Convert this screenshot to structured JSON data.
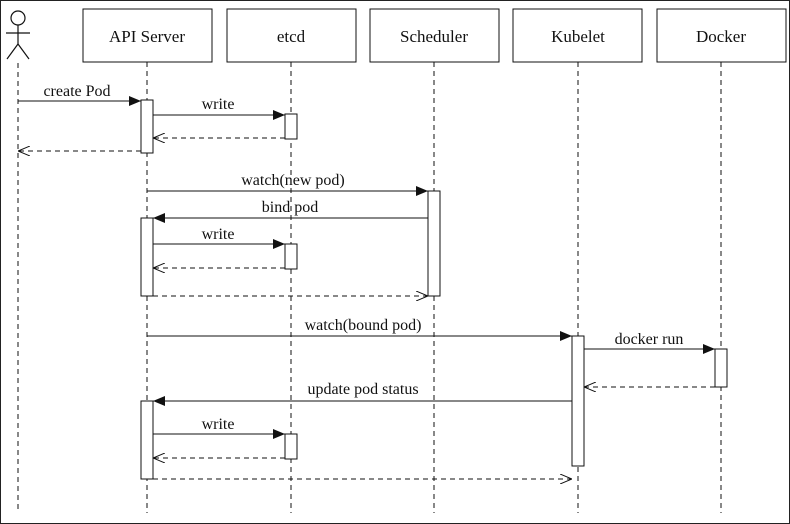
{
  "participants": [
    {
      "id": "user",
      "label": ""
    },
    {
      "id": "api",
      "label": "API Server"
    },
    {
      "id": "etcd",
      "label": "etcd"
    },
    {
      "id": "scheduler",
      "label": "Scheduler"
    },
    {
      "id": "kubelet",
      "label": "Kubelet"
    },
    {
      "id": "docker",
      "label": "Docker"
    }
  ],
  "messages": [
    {
      "from": "user",
      "to": "api",
      "label": "create Pod",
      "style": "solid"
    },
    {
      "from": "api",
      "to": "etcd",
      "label": "write",
      "style": "solid"
    },
    {
      "from": "etcd",
      "to": "api",
      "label": "",
      "style": "dashed"
    },
    {
      "from": "api",
      "to": "user",
      "label": "",
      "style": "dashed"
    },
    {
      "from": "api",
      "to": "scheduler",
      "label": "watch(new pod)",
      "style": "solid"
    },
    {
      "from": "scheduler",
      "to": "api",
      "label": "bind pod",
      "style": "solid"
    },
    {
      "from": "api",
      "to": "etcd",
      "label": "write",
      "style": "solid"
    },
    {
      "from": "etcd",
      "to": "api",
      "label": "",
      "style": "dashed"
    },
    {
      "from": "api",
      "to": "scheduler",
      "label": "",
      "style": "dashed"
    },
    {
      "from": "api",
      "to": "kubelet",
      "label": "watch(bound pod)",
      "style": "solid"
    },
    {
      "from": "kubelet",
      "to": "docker",
      "label": "docker run",
      "style": "solid"
    },
    {
      "from": "docker",
      "to": "kubelet",
      "label": "",
      "style": "dashed"
    },
    {
      "from": "kubelet",
      "to": "api",
      "label": "update pod status",
      "style": "solid"
    },
    {
      "from": "api",
      "to": "etcd",
      "label": "write",
      "style": "solid"
    },
    {
      "from": "etcd",
      "to": "api",
      "label": "",
      "style": "dashed"
    },
    {
      "from": "api",
      "to": "kubelet",
      "label": "",
      "style": "dashed"
    }
  ]
}
